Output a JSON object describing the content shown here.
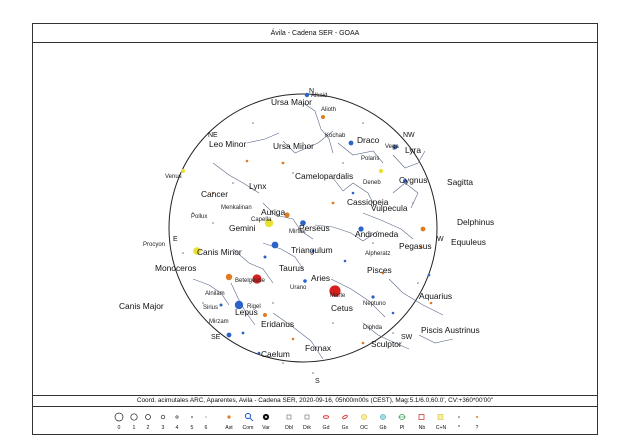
{
  "title": "Ávila - Cadena SER - GOAA",
  "caption": "Coord. acimutales ARC, Aparentes, Avila - Cadena SER, 2020-09-16, 05h00m00s (CEST), Mag:5.1/6.0,60.0', CV:+360*00'00\"",
  "cardinals": [
    "N",
    "NE",
    "NW",
    "E",
    "W",
    "SE",
    "SW",
    "S"
  ],
  "constellations": [
    "Ursa Major",
    "Leo Minor",
    "Ursa Minor",
    "Draco",
    "Lyra",
    "Camelopardalis",
    "Sagitta",
    "Cygnus",
    "Cancer",
    "Lynx",
    "Cassiopeia",
    "Vulpecula",
    "Auriga",
    "Delphinus",
    "Gemini",
    "Perseus",
    "Andromeda",
    "Pegasus",
    "Equuleus",
    "Canis Minor",
    "Triangulum",
    "Monoceros",
    "Taurus",
    "Pisces",
    "Aries",
    "Aquarius",
    "Canis Major",
    "Lepus",
    "Cetus",
    "Eridanus",
    "Piscis Austrinus",
    "Fornax",
    "Sculptor",
    "Caelum"
  ],
  "stars": [
    "Alkaid",
    "Alioth",
    "Kochab",
    "Vega",
    "Polaris",
    "Deneb",
    "Menkalinan",
    "Pollux",
    "Capella",
    "Mirfak",
    "Procyon",
    "Alpheratz",
    "Betelgeuse",
    "Alnilam",
    "Rigel",
    "Sirius",
    "Mirzam",
    "Diphda"
  ],
  "bodies": [
    "Venus",
    "Urano",
    "Marte",
    "Neptuno"
  ],
  "legend": [
    {
      "label": "0",
      "icon": "mag-0-circle-icon"
    },
    {
      "label": "1",
      "icon": "mag-1-circle-icon"
    },
    {
      "label": "2",
      "icon": "mag-2-circle-icon"
    },
    {
      "label": "3",
      "icon": "mag-3-circle-icon"
    },
    {
      "label": "4",
      "icon": "mag-4-circle-icon"
    },
    {
      "label": "5",
      "icon": "mag-5-dot-icon"
    },
    {
      "label": "6",
      "icon": "mag-6-dot-icon"
    },
    {
      "label": "Ast",
      "icon": "asteroid-icon"
    },
    {
      "label": "Com",
      "icon": "comet-icon"
    },
    {
      "label": "Var",
      "icon": "variable-star-icon"
    },
    {
      "label": "Dbl",
      "icon": "double-star-icon"
    },
    {
      "label": "Drk",
      "icon": "dark-nebula-icon"
    },
    {
      "label": "Gd",
      "icon": "galaxy-d-icon"
    },
    {
      "label": "Gx",
      "icon": "galaxy-icon"
    },
    {
      "label": "OC",
      "icon": "open-cluster-icon"
    },
    {
      "label": "Gb",
      "icon": "globular-cluster-icon"
    },
    {
      "label": "Pl",
      "icon": "planetary-nebula-icon"
    },
    {
      "label": "Nb",
      "icon": "nebula-icon"
    },
    {
      "label": "C+N",
      "icon": "cluster-nebula-icon"
    },
    {
      "label": "*",
      "icon": "star-asterisk-icon"
    },
    {
      "label": "?",
      "icon": "unknown-object-icon"
    }
  ],
  "colors": {
    "star_blue": "#2b63c9",
    "star_orange": "#e07b22",
    "star_red": "#d62020",
    "star_yellow": "#e8e032",
    "line": "#5a6a8a"
  }
}
